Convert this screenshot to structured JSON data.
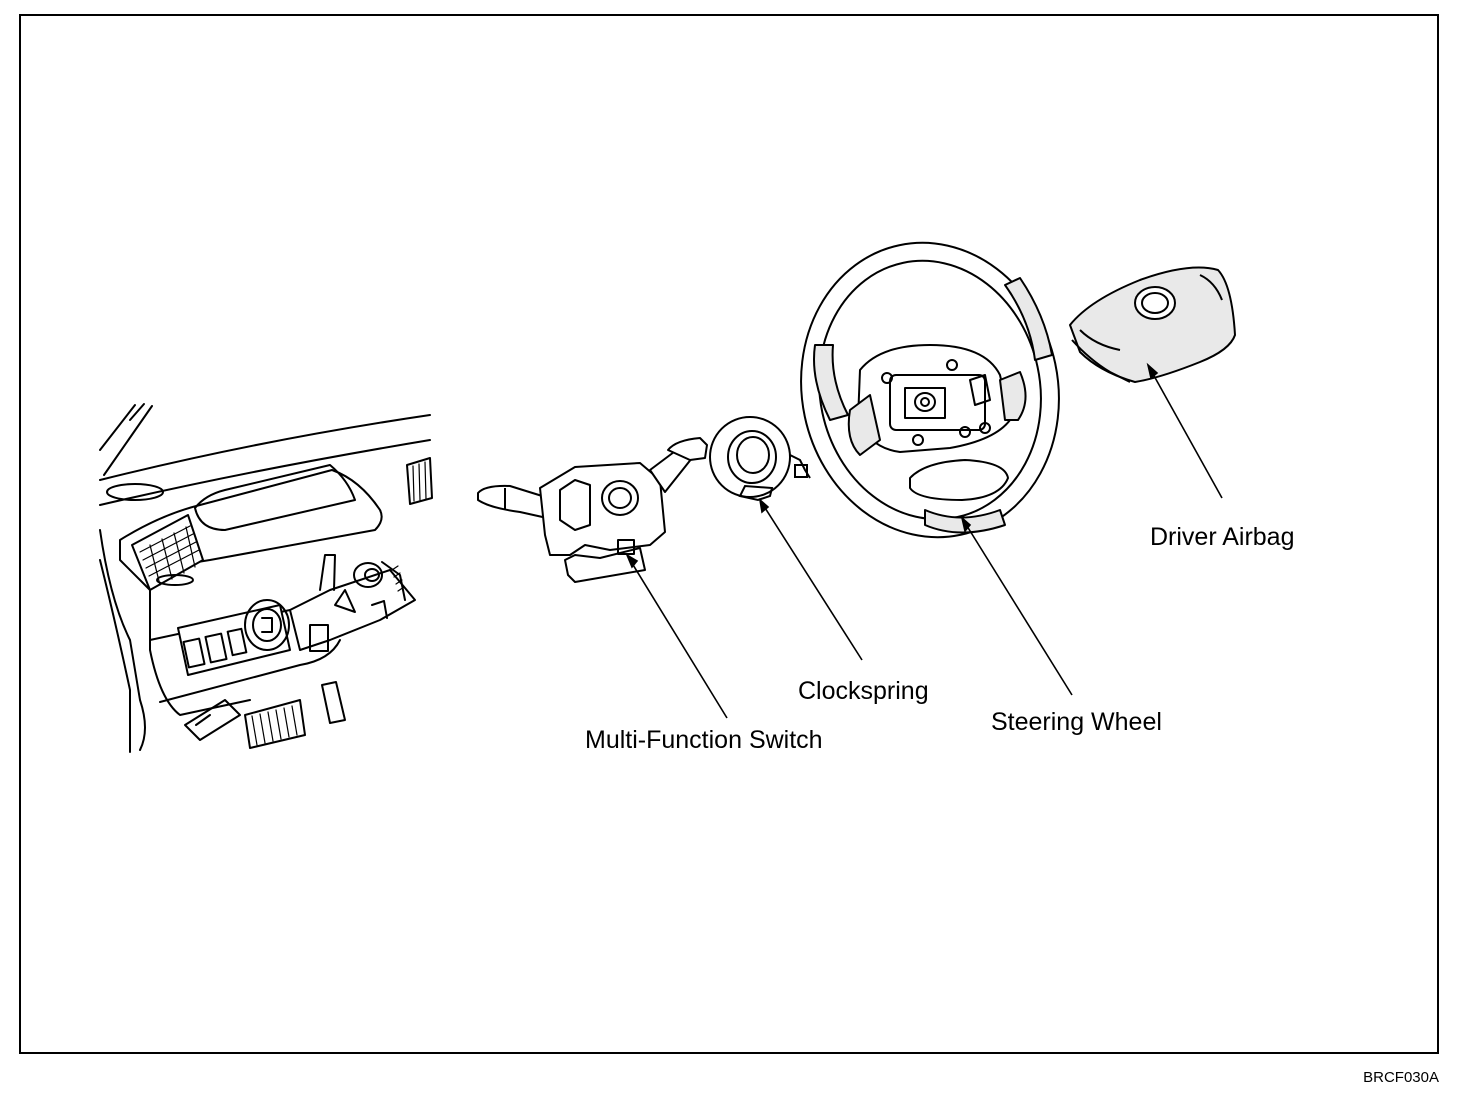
{
  "figure": {
    "code": "BRCF030A",
    "callouts": {
      "driver_airbag": "Driver Airbag",
      "steering_wheel": "Steering Wheel",
      "clockspring": "Clockspring",
      "multi_function_switch": "Multi-Function Switch"
    }
  },
  "colors": {
    "ink": "#000000",
    "paper": "#ffffff",
    "shade": "#e9e9e9"
  }
}
